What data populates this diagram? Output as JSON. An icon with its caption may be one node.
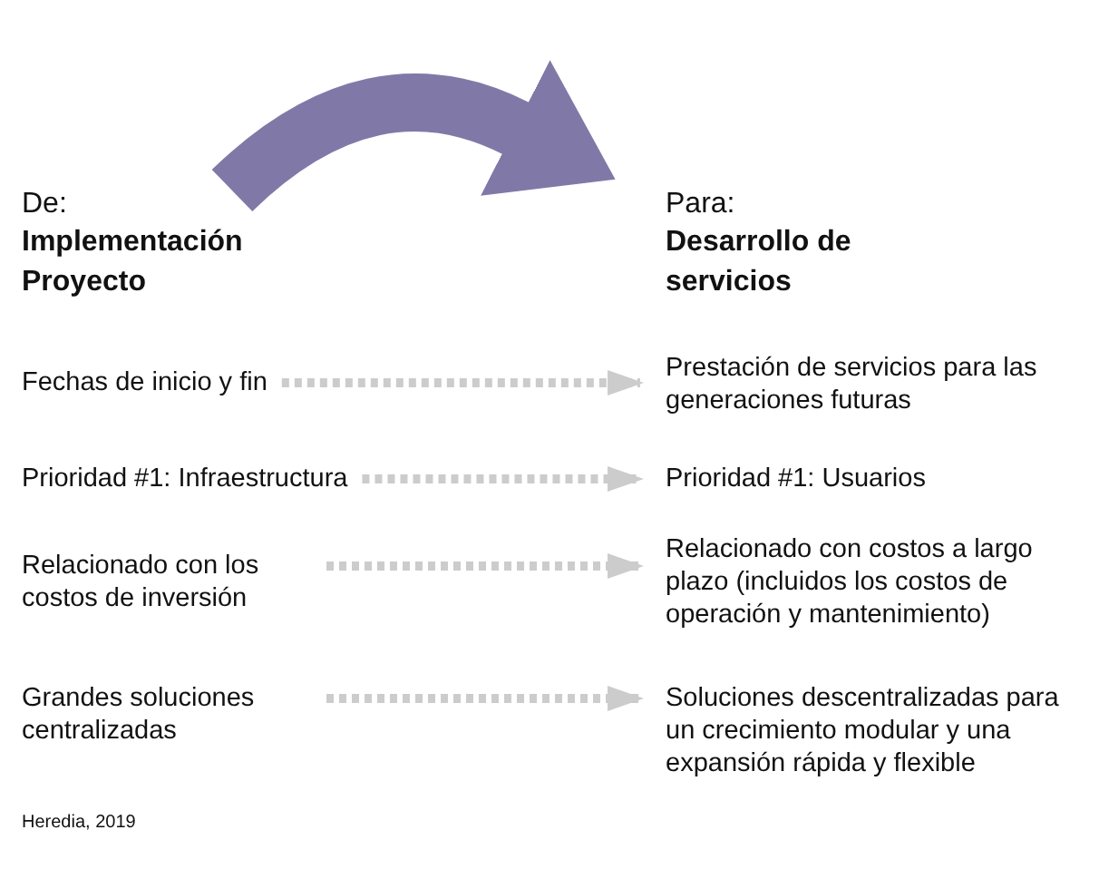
{
  "diagram": {
    "caption": "Heredia, 2019",
    "nodes": [
      {
        "text": [
          "De:",
          "Implementación Proyecto"
        ]
      },
      {
        "text": [
          "Para:",
          "Desarrollo de servicios"
        ]
      },
      {
        "text": [
          "Fechas de inicio y fin"
        ]
      },
      {
        "text": [
          "Prestación de servicios para las generaciones futuras"
        ]
      },
      {
        "text": [
          "Prioridad #1: Infraestructura"
        ]
      },
      {
        "text": [
          "Prioridad #1: Usuarios"
        ]
      },
      {
        "text": [
          "Relacionado con los costos de inversión"
        ]
      },
      {
        "text": [
          "Relacionado con costos a largo plazo (incluidos los costos de operación y mantenimiento)"
        ]
      },
      {
        "text": [
          "Grandes soluciones centralizadas"
        ]
      },
      {
        "text": [
          "Soluciones descentralizadas para un crecimiento modular y una expansión rápida y flexible"
        ]
      }
    ],
    "edges": [
      {
        "from": 0,
        "to": 1,
        "arrow": "to",
        "style": "thick",
        "color": "#8079a8"
      },
      {
        "from": 2,
        "to": 3,
        "arrow": "to",
        "style": "dashed"
      },
      {
        "from": 4,
        "to": 5,
        "arrow": "to",
        "style": "dashed"
      },
      {
        "from": 6,
        "to": 7,
        "arrow": "to",
        "style": "dashed"
      },
      {
        "from": 8,
        "to": 9,
        "arrow": "to",
        "style": "dashed"
      }
    ]
  }
}
